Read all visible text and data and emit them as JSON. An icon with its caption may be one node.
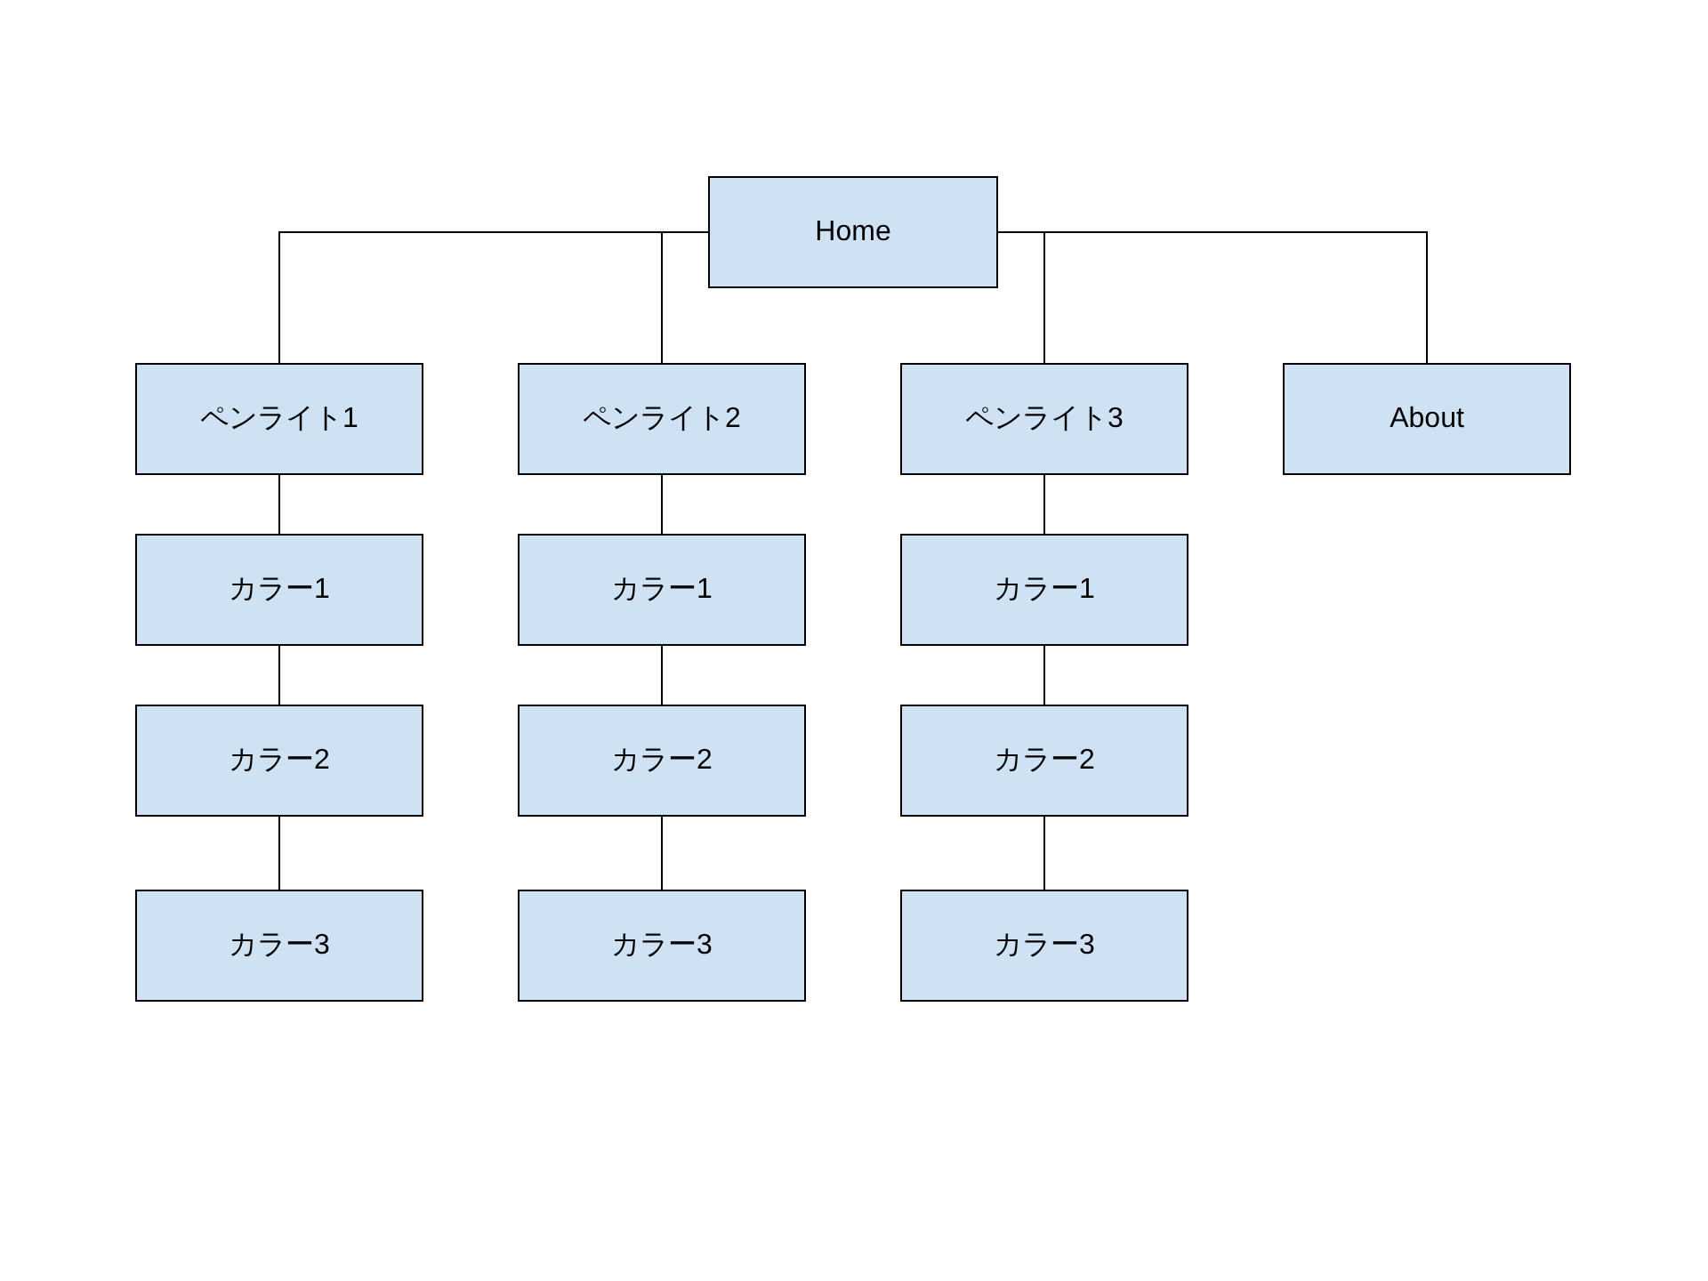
{
  "diagram": {
    "nodes": [
      {
        "text": [
          "Home"
        ]
      },
      {
        "text": [
          "ペンライト1"
        ]
      },
      {
        "text": [
          "ペンライト2"
        ]
      },
      {
        "text": [
          "ペンライト3"
        ]
      },
      {
        "text": [
          "About"
        ]
      },
      {
        "text": [
          "カラー1"
        ]
      },
      {
        "text": [
          "カラー1"
        ]
      },
      {
        "text": [
          "カラー1"
        ]
      },
      {
        "text": [
          "カラー2"
        ]
      },
      {
        "text": [
          "カラー2"
        ]
      },
      {
        "text": [
          "カラー2"
        ]
      },
      {
        "text": [
          "カラー3"
        ]
      },
      {
        "text": [
          "カラー3"
        ]
      },
      {
        "text": [
          "カラー3"
        ]
      }
    ],
    "edges": [
      {
        "from": 0,
        "to": 1,
        "arrow": "none"
      },
      {
        "from": 0,
        "to": 2,
        "arrow": "none"
      },
      {
        "from": 0,
        "to": 3,
        "arrow": "none"
      },
      {
        "from": 0,
        "to": 4,
        "arrow": "none"
      },
      {
        "from": 1,
        "to": 5,
        "arrow": "none"
      },
      {
        "from": 5,
        "to": 8,
        "arrow": "none"
      },
      {
        "from": 8,
        "to": 11,
        "arrow": "none"
      },
      {
        "from": 2,
        "to": 6,
        "arrow": "none"
      },
      {
        "from": 6,
        "to": 9,
        "arrow": "none"
      },
      {
        "from": 9,
        "to": 12,
        "arrow": "none"
      },
      {
        "from": 3,
        "to": 7,
        "arrow": "none"
      },
      {
        "from": 7,
        "to": 10,
        "arrow": "none"
      },
      {
        "from": 10,
        "to": 13,
        "arrow": "none"
      }
    ]
  }
}
